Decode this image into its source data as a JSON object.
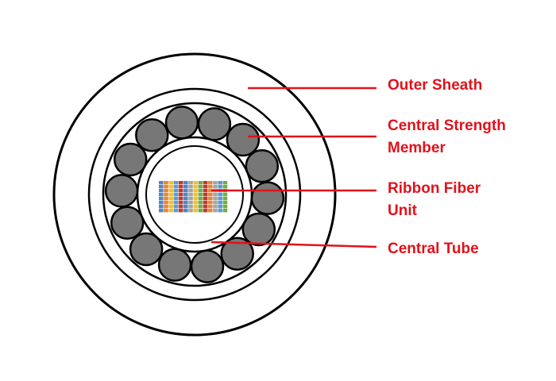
{
  "labels": {
    "outer_sheath": "Outer Sheath",
    "strength_member": {
      "line1": "Central Strength",
      "line2": "Member"
    },
    "ribbon_unit": {
      "line1": "Ribbon Fiber",
      "line2": "Unit"
    },
    "central_tube": "Central Tube"
  },
  "colors": {
    "label_text": "#e0121b",
    "leader_line": "#e0121b",
    "outline": "#000000",
    "strength_member_fill": "#777777",
    "ribbon_fibers": [
      "#4f86c6",
      "#e8843c",
      "#a5a5a5",
      "#f2c12e",
      "#5b9bd5",
      "#70ad47",
      "#c0392b"
    ]
  },
  "icons": {
    "cable": "cable-cross-section-icon",
    "strength_member": "strength-member-icon",
    "ribbon": "ribbon-fiber-icon"
  }
}
